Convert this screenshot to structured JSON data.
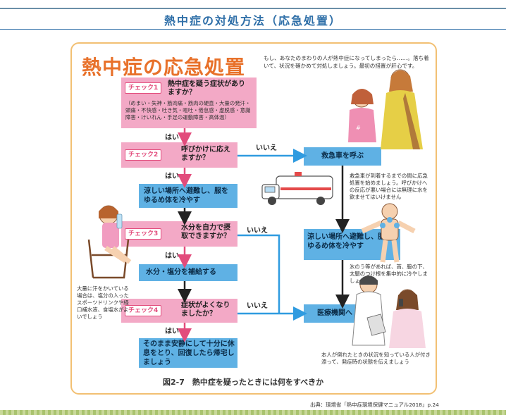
{
  "header": {
    "title": "熱中症の対処方法（応急処置）"
  },
  "main_title": "熱中症の応急処置",
  "intro": "もし、あなたのまわりの人が熱中症になってしまったら……。落ち着いて、状況を確かめて対処しましょう。最初の措置が肝心です。",
  "check1": {
    "tag": "チェック1",
    "question": "熱中症を疑う症状がありますか？",
    "symptoms": "（めまい・失神・筋肉痛・筋肉の硬直・大量の発汗・頭痛・不快感・吐き気・嘔吐・倦怠感・虚脱感・意識障害・けいれん・手足の運動障害・高体温）"
  },
  "check2": {
    "tag": "チェック2",
    "question": "呼びかけに応えますか？"
  },
  "check3": {
    "tag": "チェック3",
    "question": "水分を自力で摂取できますか？"
  },
  "check4": {
    "tag": "チェック4",
    "question": "症状がよくなりましたか？"
  },
  "steps": {
    "cool": "涼しい場所へ避難し、服をゆるめ体を冷やす",
    "hydrate": "水分・塩分を補給する",
    "rest": "そのまま安静にして十分に休息をとり、回復したら帰宅しましょう",
    "ambulance": "救急車を呼ぶ",
    "cool_right": "涼しい場所へ避難し、服をゆるめ体を冷やす",
    "hospital": "医療機関へ"
  },
  "labels": {
    "yes1": "はい",
    "yes2": "はい",
    "yes3": "はい",
    "yes4": "はい",
    "no2": "いいえ",
    "no3": "いいえ",
    "no4": "いいえ"
  },
  "notes": {
    "ambulance": "救急車が到着するまでの間に応急処置を始めましょう。呼びかけへの反応が悪い場合には無理に水を飲ませてはいけません",
    "ice": "氷のう等があれば、首、脇の下、太腿のつけ根を集中的に冷やしましょう",
    "hospital": "本人が倒れたときの状況を知っている人が付き添って、発症時の状態を伝えましょう",
    "sweat": "大量に汗をかいている場合は、塩分の入ったスポーツドリンクや経口補水液、食塩水がよいでしょう"
  },
  "caption": "図2-7　熱中症を疑ったときには何をすべきか",
  "source": "出典：環境省「熱中症環境保健マニュアル2018」p.24",
  "colors": {
    "pink": "#f3a9c6",
    "blue": "#5fb1e4",
    "accent": "#e24c7c",
    "title": "#e8712a",
    "frame": "#f2c073"
  }
}
